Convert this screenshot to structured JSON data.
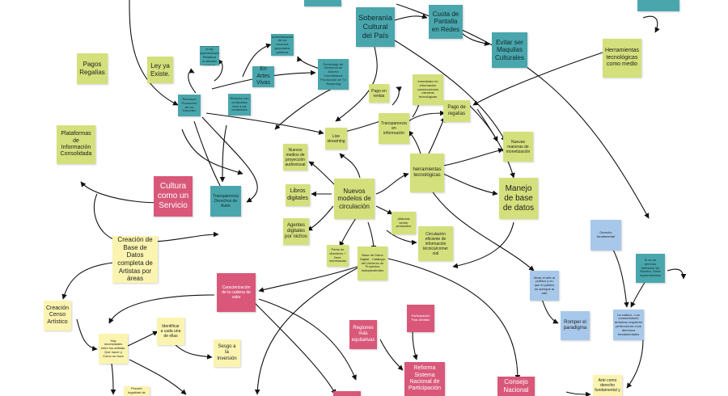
{
  "diagram": {
    "notes": {
      "pagos_regalias": "Pagos\nRegalías",
      "ley_ya_existe": "Ley ya\nExiste.",
      "plataformas_info": "Plataformas\nde\nInformación\nConsolidada",
      "soberania": "Soberanía\nCultural\ndel País",
      "cuota_pantalla": "Cuota de\nPantalla\nen Redes",
      "evitar_maquilas": "Evitar ser\nMaquilas\nCulturales",
      "herramientas_medio": "Herramientas\ntecnológicas\ncomo medio",
      "en_artes_vivas": "En Artes\nVivas",
      "tema_derechos": "Sus temas de\nla ley\nimplementación\nRelativos\nmusicales\nconexas",
      "administracion": "Administración\nde los\nrecursos\ngenerados\npúblicos",
      "porcentaje_derechos": "Porcentaje de\nDerechos de\nAutoría\nColombianos\nProducción de TV\nStreaming",
      "recursos_promocion": "Recursos\nPromoción\nde los\nDeportes",
      "relacion_contenidos": "Relación con\ncontenidos\ntécn a los\ncontenidos",
      "pago_rentas": "Pago en\nrentas",
      "inmediatez": "Inmediatez en\ninformación\nconsecuciones\nmientras\ntecnológicas",
      "pago_regalias": "Pago de\nregalías",
      "transparencia_info": "Transparencia\nen\ninformación",
      "live_streaming": "Live\nstreaming",
      "nuevos_medios": "Nuevos\nmedios de\nproyección\naudiovisual",
      "nuevas_maneras": "Nuevas\nmaneras de\nmonetización",
      "herramientas_tec": "herramientas\ntecnológicas",
      "cultura_servicio": "Cultura\ncomo un\nServicio",
      "transparencia_autor": "Transparencia\nDerechos de\nAutor",
      "libros_digitales": "Libros\ndigitales",
      "nuevos_modelos": "Nuevos\nmodelos de\ncirculación",
      "manejo_datos": "Manejo\nde base\nde datos",
      "agentes_digitales": "Agentes\ndigitales\npor nichos",
      "alianzas_sector": "Alianzas sector\nproductivo",
      "circulacion_eficiente": "Circulación\neficiente de\ninformación\ntécnica/comer\ncial",
      "derecho_fundamental_1": "Derecho\nfundamental",
      "creacion_base_datos": "Creación de\nBase de Datos\ncompleta de\nArtistas por\náreas",
      "pares_directivos": "Pares de\ndirectivos +\nllave\ninteresadas",
      "base_datos_digital": "Base de Datos\nDigital - Catálogo\ndel Universo de\nProyectos\nIndependientes",
      "si_es_un_derecho": "Si es un\nderecho\ndefinición de\nNuestro. Debe\nimplementarse",
      "caracterizacion": "Caracterización\nde la cadena de\nvalor",
      "llevar_arte": "llevar el arte al\npúblico y no\nque el público\nse acerque al\narte",
      "creacion_censo": "Creación\nCenso\nArtístico",
      "identificar": "Identificar\na cada una\nde ellas",
      "participacion_pais": "Participación\nPaís dividido",
      "romper_paradigma": "Romper el\nparadigma",
      "cultura_derechos": "La cultura - Los\nconsumidores\nartísticos requieren\nperfeccionar a los\nderechos\nfundamentales",
      "hay_necesidades": "Hay\nnecesidades\nentre los artistas.\nQue hacer y\nCómo se hace",
      "regiones_equitativas": "Regiones\nmás\nequitativas",
      "sesgo_inversion": "Sesgo a\nla\nInversión",
      "reforma_sistema": "Reforma\nSistema\nNacional de\nParticipación",
      "consejo_nacional": "Consejo\nNacional",
      "arte_derecho": "Arte como\nderecho\nfundamental y",
      "proveer_legalidad": "Proveer\nlegalidad de"
    }
  }
}
